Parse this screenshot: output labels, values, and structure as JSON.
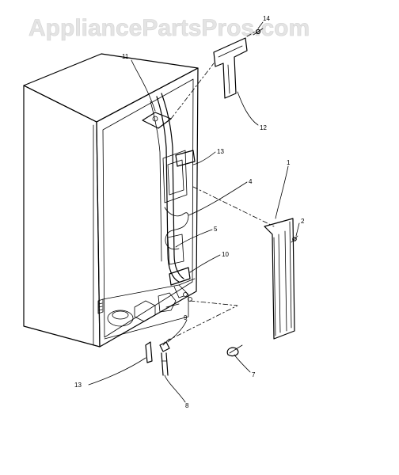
{
  "watermark": "AppliancePartsPros.com",
  "callouts": {
    "c1": "1",
    "c2": "2",
    "c4": "4",
    "c5": "5",
    "c7": "7",
    "c8": "8",
    "c9": "9",
    "c10": "10",
    "c11": "11",
    "c12": "12",
    "c13a": "13",
    "c13b": "13",
    "c14": "14"
  }
}
